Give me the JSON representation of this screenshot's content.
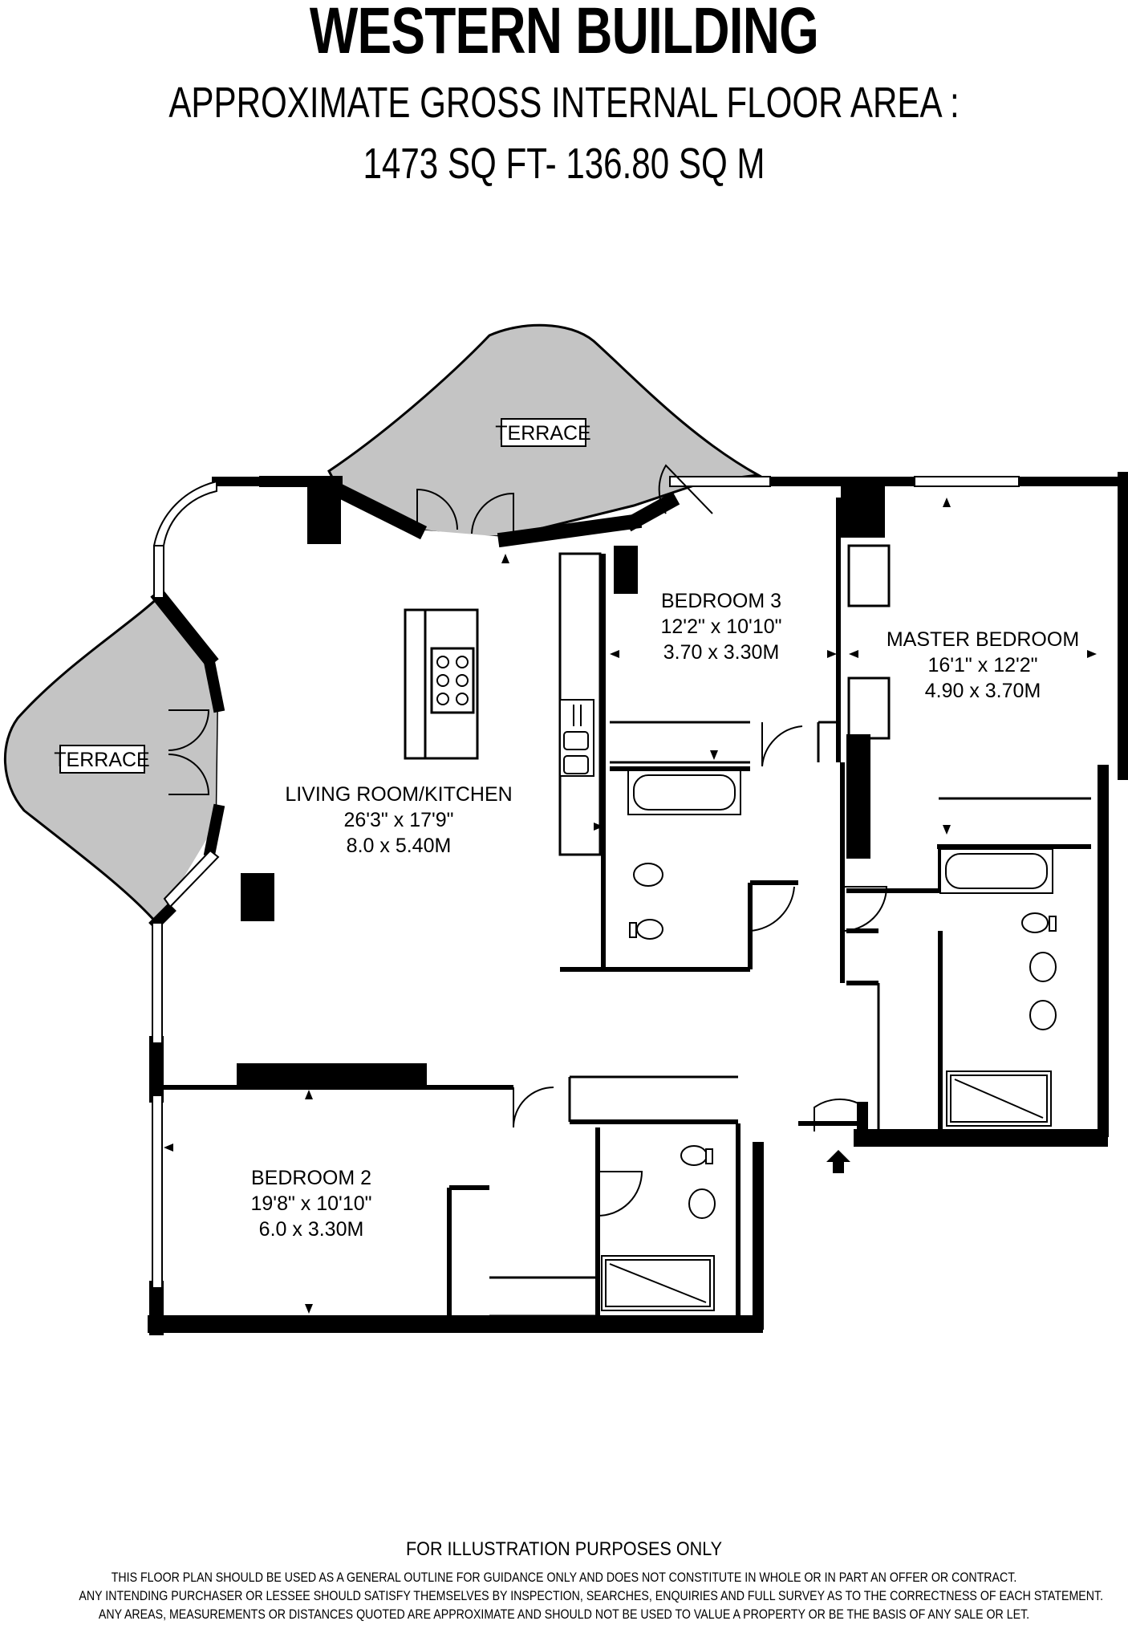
{
  "header": {
    "title": "WESTERN BUILDING",
    "subtitle_line1": "APPROXIMATE GROSS INTERNAL FLOOR AREA :",
    "subtitle_line2": "1473 SQ FT-  136.80 SQ M"
  },
  "rooms": {
    "terrace_top": {
      "label": "TERRACE"
    },
    "terrace_left": {
      "label": "TERRACE"
    },
    "living": {
      "name": "LIVING ROOM/KITCHEN",
      "imperial": "26'3\" x 17'9\"",
      "metric": "8.0 x 5.40M"
    },
    "bedroom3": {
      "name": "BEDROOM 3",
      "imperial": "12'2\" x 10'10\"",
      "metric": "3.70 x 3.30M"
    },
    "master": {
      "name": "MASTER BEDROOM",
      "imperial": "16'1\" x 12'2\"",
      "metric": "4.90 x 3.70M"
    },
    "bedroom2": {
      "name": "BEDROOM 2",
      "imperial": "19'8\" x 10'10\"",
      "metric": "6.0 x 3.30M"
    }
  },
  "footer": {
    "notice": "FOR ILLUSTRATION PURPOSES ONLY",
    "line1": "THIS FLOOR PLAN SHOULD BE USED AS A GENERAL OUTLINE FOR GUIDANCE ONLY AND DOES NOT CONSTITUTE IN WHOLE OR IN PART AN OFFER OR CONTRACT.",
    "line2": "ANY INTENDING PURCHASER OR LESSEE SHOULD SATISFY THEMSELVES BY INSPECTION, SEARCHES, ENQUIRIES AND FULL SURVEY AS TO THE CORRECTNESS OF EACH STATEMENT.",
    "line3": "ANY AREAS, MEASUREMENTS OR DISTANCES QUOTED ARE APPROXIMATE AND SHOULD NOT BE USED TO VALUE A PROPERTY OR BE THE BASIS OF ANY SALE OR LET."
  },
  "colors": {
    "wall": "#000000",
    "terrace": "#c4c4c4",
    "background": "#ffffff"
  }
}
